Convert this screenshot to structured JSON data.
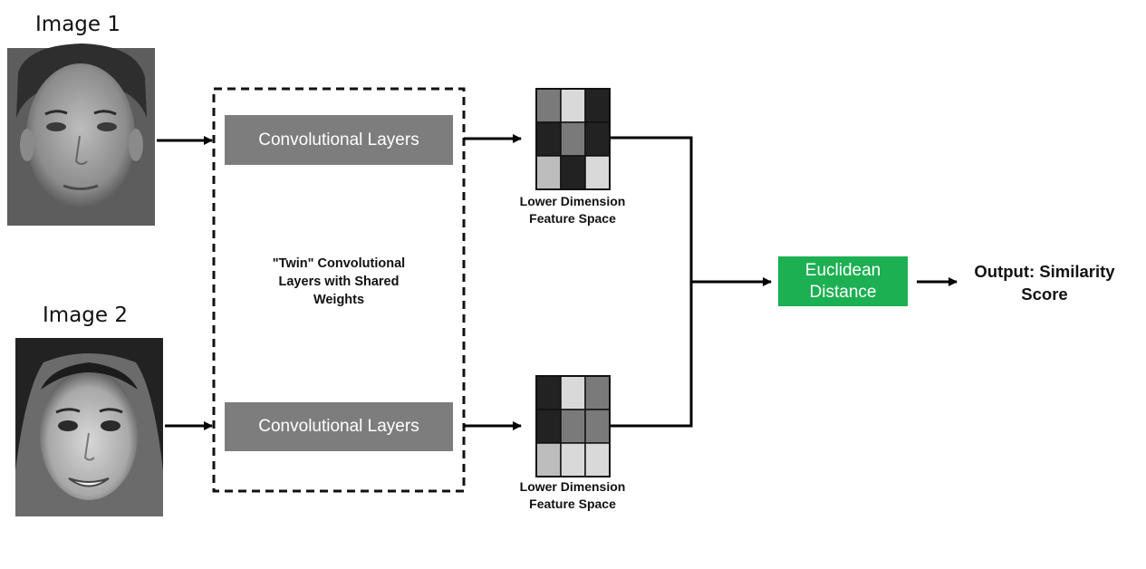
{
  "labels": {
    "image1": "Image 1",
    "image2": "Image 2"
  },
  "conv_layers": [
    "Convolutional Layers",
    "Convolutional Layers"
  ],
  "twin_label": [
    "\"Twin\" Convolutional",
    "Layers with Shared",
    "Weights"
  ],
  "feature_label": [
    "Lower Dimension",
    "Feature Space"
  ],
  "euclidean": [
    "Euclidean",
    "Distance"
  ],
  "output": [
    "Output: Similarity",
    "Score"
  ],
  "colors": {
    "conv_fill": "#7d7d7d",
    "euclid_fill": "#1cb052",
    "arrow": "#000000"
  },
  "feature_grids": [
    [
      "#7a7a7a",
      "#d9d9d9",
      "#222222",
      "#222222",
      "#7a7a7a",
      "#222222",
      "#bdbdbd",
      "#222222",
      "#d9d9d9"
    ],
    [
      "#222222",
      "#d9d9d9",
      "#7a7a7a",
      "#222222",
      "#7a7a7a",
      "#7a7a7a",
      "#bdbdbd",
      "#d9d9d9",
      "#d9d9d9"
    ]
  ]
}
